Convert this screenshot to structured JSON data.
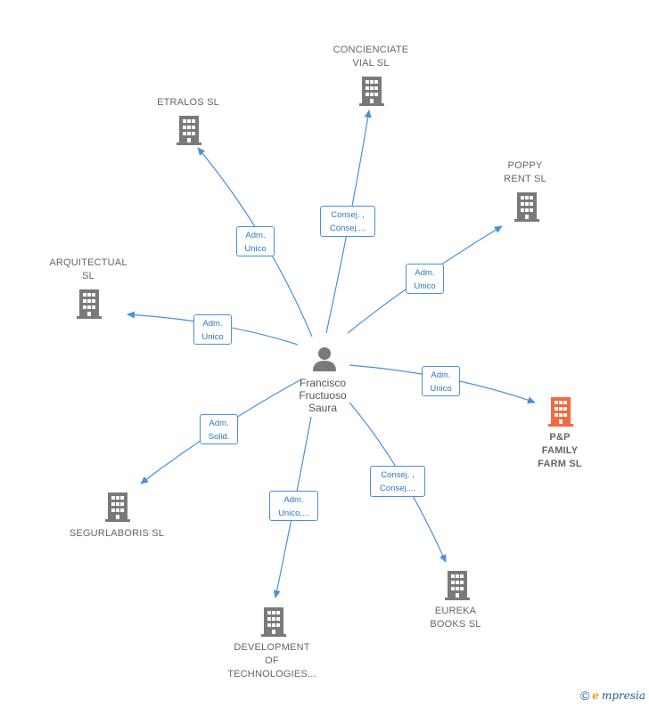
{
  "person": {
    "name_lines": "Francisco\nFructuoso\nSaura"
  },
  "companies": {
    "concienciate": "CONCIENCIATE\nVIAL  SL",
    "etralos": "ETRALOS SL",
    "poppy": "POPPY\nRENT  SL",
    "arquitectual": "ARQUITECTUAL\nSL",
    "pp_family": "P&P\nFAMILY\nFARM  SL",
    "segurlaboris": "SEGURLABORIS SL",
    "development": "DEVELOPMENT\nOF\nTECHNOLOGIES...",
    "eureka": "EUREKA\nBOOKS  SL"
  },
  "roles": {
    "etralos": "Adm.\nUnico",
    "concienciate": "Consej. ,\nConsej....",
    "poppy": "Adm.\nUnico",
    "arquitectual": "Adm.\nUnico",
    "pp_family": "Adm.\nUnico",
    "segurlaboris": "Adm.\nSolid.",
    "development": "Adm.\nUnico,...",
    "eureka": "Consej. ,\nConsej...."
  },
  "colors": {
    "edge": "#4a90d9",
    "building": "#7a7a7a",
    "highlight_building": "#f26a3d",
    "person": "#7a7a7a"
  },
  "icons": {
    "company": "building-icon",
    "person": "person-icon",
    "copyright": "copyright-icon"
  },
  "footer": {
    "copyright": "©",
    "brand_e": "e",
    "brand_rest": "mpresia"
  }
}
